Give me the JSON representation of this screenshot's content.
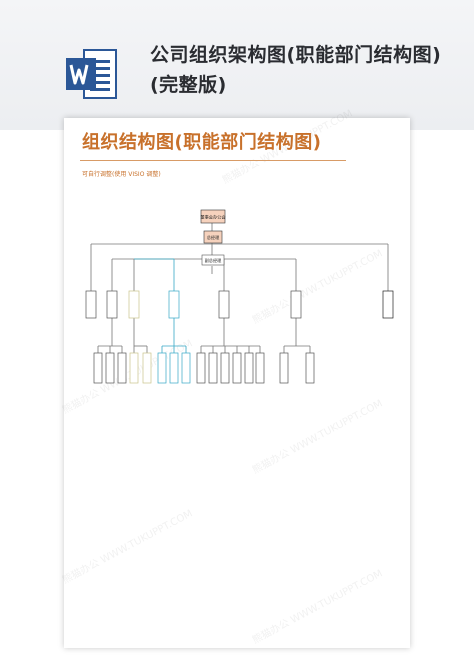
{
  "header": {
    "app_icon": "word-document-icon",
    "title": "公司组织架构图(职能部门结构图)(完整版)"
  },
  "document": {
    "heading": "组织结构图(职能部门结构图)",
    "note": "可自行调整(使用 VISIO 调整)",
    "org": {
      "board": "董事会办公会",
      "ceo": "总经理",
      "vp": "副总经理"
    }
  },
  "colors": {
    "word_blue": "#2b5797",
    "heading_orange": "#c8712b",
    "box_fill": "#f6d2bd",
    "line_gray": "#777777",
    "line_teal": "#37a9c6",
    "box_olive": "#c9c28a"
  }
}
